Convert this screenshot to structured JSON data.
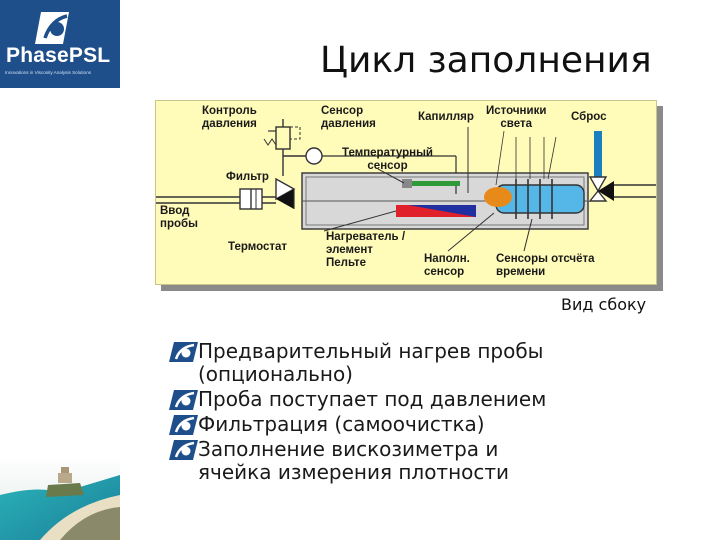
{
  "brand": {
    "name": "PhasePSL",
    "tagline": "Innovations in Viscosity Analysis Solutions",
    "bar_color": "#1f4f8a"
  },
  "slide": {
    "title": "Цикл заполнения"
  },
  "diagram": {
    "labels": {
      "pressure_control": "Контроль\nдавления",
      "pressure_sensor": "Сенсор\nдавления",
      "capillary": "Капилляр",
      "light_sources": "Источники\nсвета",
      "drain": "Сброс",
      "temp_sensor": "Температурный\nсенсор",
      "filter": "Фильтр",
      "sample_input": "Ввод\nпробы",
      "thermostat": "Термостат",
      "heater": "Нагреватель /\nэлемент\nПельте",
      "fill_sensor": "Наполн.\nсенсор",
      "timing_sensors": "Сенсоры отсчёта\nвремени"
    },
    "caption": "Вид сбоку",
    "colors": {
      "panel": "#fffbb8",
      "tube": "#1a7fbf",
      "cell": "#55b6e8",
      "heater_red": "#e0202a",
      "heater_blue": "#2030a0",
      "light_orange": "#e88a1a",
      "sensor_green": "#2e9a3a"
    }
  },
  "bullets": [
    {
      "text": "Предварительный нагрев пробы\n(опционально)"
    },
    {
      "text": "Проба поступает под давлением"
    },
    {
      "text": "Фильтрация (самоочистка)"
    },
    {
      "text": "Заполнение вискозиметра и\nячейка измерения плотности"
    }
  ]
}
